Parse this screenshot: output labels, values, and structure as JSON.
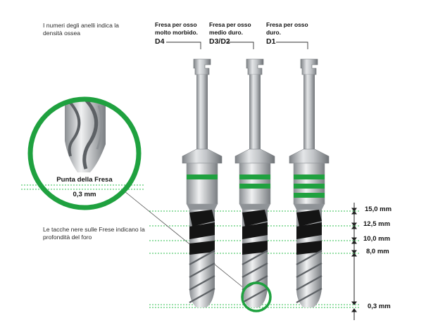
{
  "colors": {
    "ring_green": "#1fa13f",
    "guide_green": "#2fbf4f",
    "shank_gray": "#b9bcbf",
    "groove_black": "#141414"
  },
  "notes": {
    "rings": "I numeri degli anelli indica la densità ossea",
    "marks": "Le tacche nere sulle Frese indicano la profondità del foro"
  },
  "drills": [
    {
      "label": "Fresa per osso molto morbido.",
      "code": "D4",
      "rings": 1
    },
    {
      "label": "Fresa per osso medio duro.",
      "code": "D3/D2",
      "rings": 2
    },
    {
      "label": "Fresa per osso duro.",
      "code": "D1",
      "rings": 3
    }
  ],
  "measurements": [
    "15,0 mm",
    "12,5 mm",
    "10,0 mm",
    "8,0 mm",
    "0,3 mm"
  ],
  "zoom": {
    "title": "Punta della Fresa",
    "value": "0,3 mm"
  }
}
